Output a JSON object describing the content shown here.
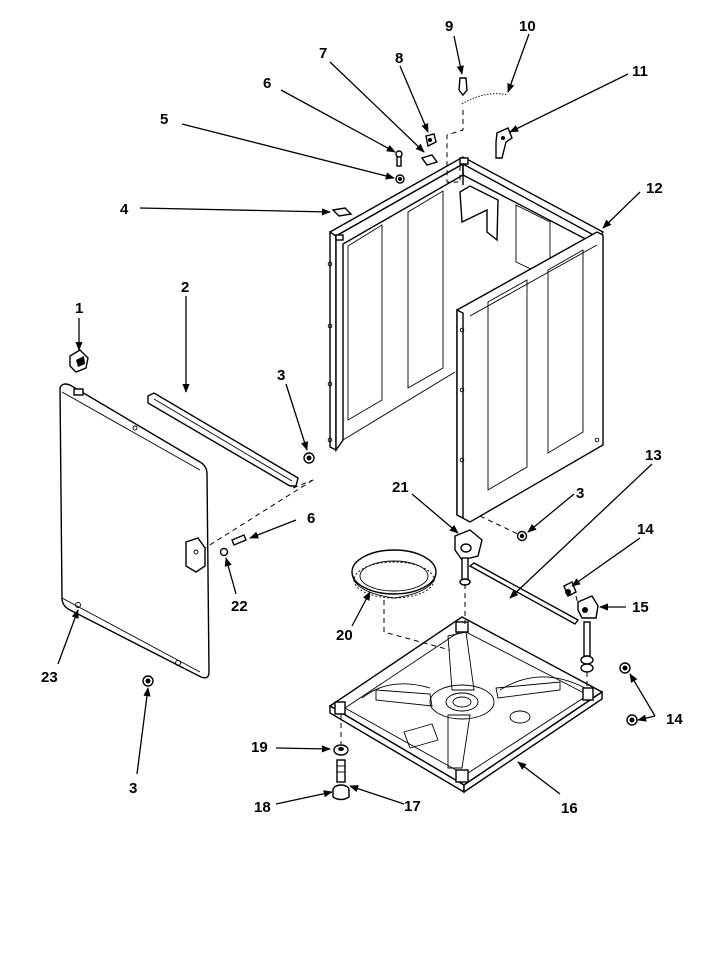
{
  "callouts": {
    "c1": "1",
    "c2": "2",
    "c3a": "3",
    "c3b": "3",
    "c3c": "3",
    "c4": "4",
    "c5": "5",
    "c6a": "6",
    "c6b": "6",
    "c7": "7",
    "c8": "8",
    "c9": "9",
    "c10": "10",
    "c11": "11",
    "c12": "12",
    "c13": "13",
    "c14a": "14",
    "c14b": "14",
    "c15": "15",
    "c16": "16",
    "c17": "17",
    "c18": "18",
    "c19": "19",
    "c20": "20",
    "c21": "21",
    "c22": "22",
    "c23": "23"
  }
}
